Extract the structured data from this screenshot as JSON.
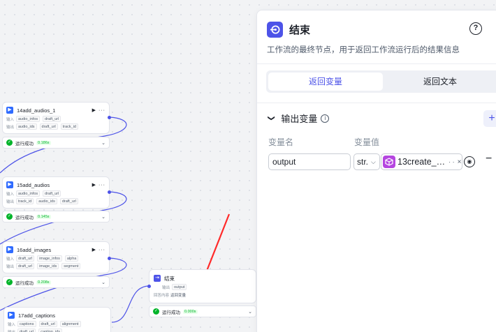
{
  "canvas": {
    "nodes": [
      {
        "title": "14add_audios_1",
        "inputs_label": "输入",
        "inputs": [
          "audio_infos",
          "draft_url"
        ],
        "outputs_label": "输出",
        "outputs": [
          "audio_ids",
          "draft_url",
          "track_id"
        ],
        "status": "运行成功",
        "time": "0.186s"
      },
      {
        "title": "15add_audios",
        "inputs_label": "输入",
        "inputs": [
          "audio_infos",
          "draft_url"
        ],
        "outputs_label": "输出",
        "outputs": [
          "track_id",
          "audio_ids",
          "draft_url"
        ],
        "status": "运行成功",
        "time": "0.145s"
      },
      {
        "title": "16add_images",
        "inputs_label": "输入",
        "inputs": [
          "draft_url",
          "image_infos",
          "alpha"
        ],
        "outputs_label": "输出",
        "outputs": [
          "draft_url",
          "image_ids",
          "segment"
        ],
        "status": "运行成功",
        "time": "0.208s"
      },
      {
        "title": "17add_captions",
        "inputs_label": "输入",
        "inputs": [
          "captions",
          "draft_url",
          "alignment"
        ],
        "outputs_label": "输出",
        "outputs": [
          "draft_url",
          "caption_ids"
        ]
      }
    ],
    "end_node": {
      "title": "结束",
      "output_label": "输出",
      "output_var": "output",
      "answer_label": "回答内容",
      "answer_value": "返回变量",
      "status": "运行成功",
      "time": "0.000s"
    }
  },
  "panel": {
    "title": "结束",
    "help": "?",
    "close": "✕",
    "description": "工作流的最终节点，用于返回工作流运行后的结果信息",
    "tabs": [
      {
        "label": "返回变量",
        "active": true
      },
      {
        "label": "返回文本",
        "active": false
      }
    ],
    "section": {
      "chevron": "❯",
      "title": "输出变量",
      "info": "i",
      "add": "+",
      "col_name": "变量名",
      "col_value": "变量值",
      "rows": [
        {
          "name": "output",
          "type": "str.",
          "ref_text": "13create_…",
          "more": "· ·",
          "clear": "×",
          "remove": "−"
        }
      ]
    }
  },
  "colors": {
    "accent": "#4d53e8",
    "success": "#00b42a",
    "node_icon": "#2f6bff",
    "ref_icon": "#b546e0",
    "arrow": "#ff2a2a"
  }
}
